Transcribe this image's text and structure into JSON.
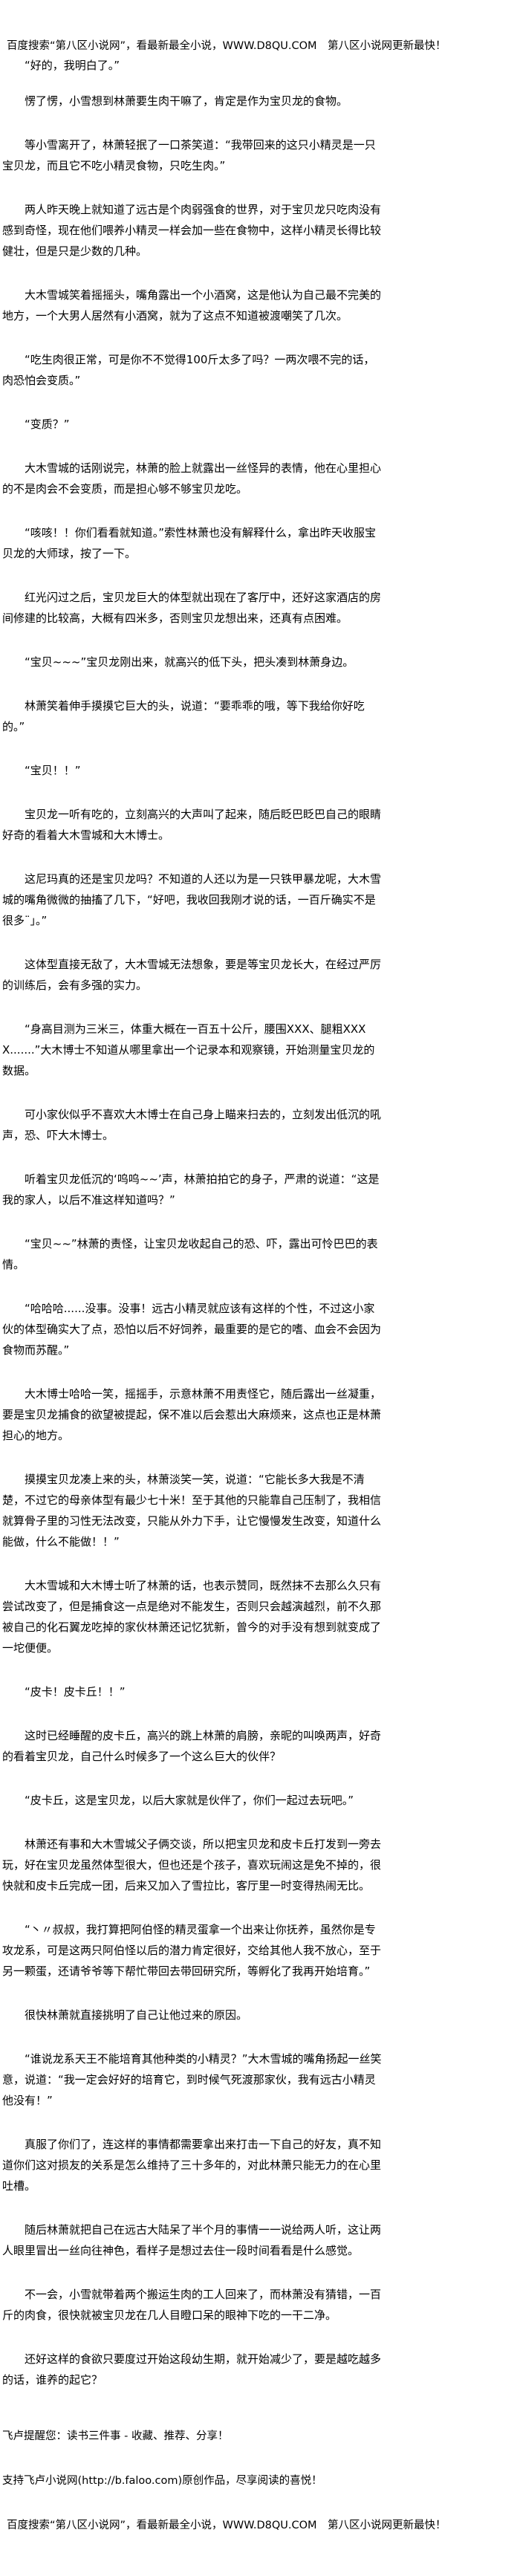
{
  "header": {
    "banner": "百度搜索“第八区小说网”，看最新最全小说，WWW.D8QU.COM　第八区小说网更新最快！"
  },
  "paragraphs": [
    "“好的，我明白了。”",
    "愣了愣，小雪想到林萧要生肉干嘛了，肯定是作为宝贝龙的食物。",
    "等小雪离开了，林萧轻抿了一口茶笑道：“我带回来的这只小精灵是一只宝贝龙，而且它不吃小精灵食物，只吃生肉。”",
    "两人昨天晚上就知道了远古是个肉弱强食的世界，对于宝贝龙只吃肉没有感到奇怪，现在他们喂养小精灵一样会加一些在食物中，这样小精灵长得比较健壮，但是只是少数的几种。",
    "大木雪城笑着摇摇头，嘴角露出一个小酒窝，这是他认为自己最不完美的地方，一个大男人居然有小酒窝，就为了这点不知道被渡嘲笑了几次。",
    "“吃生肉很正常，可是你不不觉得100斤太多了吗？一两次喂不完的话，肉恐怕会变质。”",
    "“变质？”",
    "大木雪城的话刚说完，林萧的脸上就露出一丝怪异的表情，他在心里担心的不是肉会不会变质，而是担心够不够宝贝龙吃。",
    "“咳咳！！你们看看就知道。”索性林萧也没有解释什么，拿出昨天收服宝贝龙的大师球，按了一下。",
    "红光闪过之后，宝贝龙巨大的体型就出现在了客厅中，还好这家酒店的房间修建的比较高，大概有四米多，否则宝贝龙想出来，还真有点困难。",
    "“宝贝~~~”宝贝龙刚出来，就高兴的低下头，把头凑到林萧身边。",
    "林萧笑着伸手摸摸它巨大的头，说道：“要乖乖的哦，等下我给你好吃的。”",
    "“宝贝！！”",
    "宝贝龙一听有吃的，立刻高兴的大声叫了起来，随后眨巴眨巴自己的眼睛好奇的看着大木雪城和大木博士。",
    "这尼玛真的还是宝贝龙吗？不知道的人还以为是一只铁甲暴龙呢，大木雪城的嘴角微微的抽搐了几下，“好吧，我收回我刚才说的话，一百斤确实不是很多¨」。”",
    "这体型直接无敌了，大木雪城无法想象，要是等宝贝龙长大，在经过严厉的训练后，会有多强的实力。",
    "“身高目测为三米三，体重大概在一百五十公斤，腰围XXX、腿粗XXXX.......”大木博士不知道从哪里拿出一个记录本和观察镜，开始测量宝贝龙的数据。",
    "可小家伙似乎不喜欢大木博士在自己身上瞄来扫去的，立刻发出低沉的吼声，恐、吓大木博士。",
    "听着宝贝龙低沉的‘呜呜~~’声，林萧拍拍它的身子，严肃的说道：“这是我的家人，以后不准这样知道吗？”",
    "“宝贝~~”林萧的责怪，让宝贝龙收起自己的恐、吓，露出可怜巴巴的表情。",
    "“哈哈哈......没事。没事！远古小精灵就应该有这样的个性，不过这小家伙的体型确实大了点，恐怕以后不好饲养，最重要的是它的嗜、血会不会因为食物而苏醒。”",
    "大木博士哈哈一笑，摇摇手，示意林萧不用责怪它，随后露出一丝凝重，要是宝贝龙捕食的欲望被提起，保不准以后会惹出大麻烦来，这点也正是林萧担心的地方。",
    "摸摸宝贝龙凑上来的头，林萧淡笑一笑，说道：“它能长多大我是不清楚，不过它的母亲体型有最少七十米！至于其他的只能靠自己压制了，我相信就算骨子里的习性无法改变，只能从外力下手，让它慢慢发生改变，知道什么能做，什么不能做！！”",
    "大木雪城和大木博士听了林萧的话，也表示赞同，既然抹不去那么久只有尝试改变了，但是捕食这一点是绝对不能发生，否则只会越演越烈，前不久那被自己的化石翼龙吃掉的家伙林萧还记忆犹新，曾今的对手没有想到就变成了一坨便便。",
    "“皮卡！皮卡丘！！”",
    "这时已经睡醒的皮卡丘，高兴的跳上林萧的肩膀，亲昵的叫唤两声，好奇的看着宝贝龙，自己什么时候多了一个这么巨大的伙伴？",
    "“皮卡丘，这是宝贝龙，以后大家就是伙伴了，你们一起过去玩吧。”",
    "林萧还有事和大木雪城父子俩交谈，所以把宝贝龙和皮卡丘打发到一旁去玩，好在宝贝龙虽然体型很大，但也还是个孩子，喜欢玩闹这是免不掉的，很快就和皮卡丘完成一团，后来又加入了雪拉比，客厅里一时变得热闹无比。",
    "“丶〃叔叔，我打算把阿伯怪的精灵蛋拿一个出来让你抚养，虽然你是专攻龙系，可是这两只阿伯怪以后的潜力肯定很好，交给其他人我不放心，至于另一颗蛋，还请爷爷等下帮忙带回去带回研究所，等孵化了我再开始培育。”",
    "很快林萧就直接挑明了自己让他过来的原因。",
    "“谁说龙系天王不能培育其他种类的小精灵？”大木雪城的嘴角扬起一丝笑意，说道：“我一定会好好的培育它，到时候气死渡那家伙，我有远古小精灵他没有！”",
    "真服了你们了，连这样的事情都需要拿出来打击一下自己的好友，真不知道你们这对损友的关系是怎么维持了三十多年的，对此林萧只能无力的在心里吐槽。",
    "随后林萧就把自己在远古大陆呆了半个月的事情一一说给两人听，这让两人眼里冒出一丝向往神色，看样子是想过去住一段时间看看是什么感觉。",
    "不一会，小雪就带着两个搬运生肉的工人回来了，而林萧没有猜错，一百斤的肉食，很快就被宝贝龙在几人目瞪口呆的眼神下吃的一干二净。",
    "还好这样的食欲只要度过开始这段幼生期，就开始减少了，要是越吃越多的话，谁养的起它？"
  ],
  "footer": {
    "reminder": "飞卢提醒您：读书三件事 - 收藏、推荐、分享！",
    "support": "支持飞卢小说网(http://b.faloo.com)原创作品，尽享阅读的喜悦！",
    "banner": "百度搜索“第八区小说网”，看最新最全小说，WWW.D8QU.COM　第八区小说网更新最快！"
  }
}
